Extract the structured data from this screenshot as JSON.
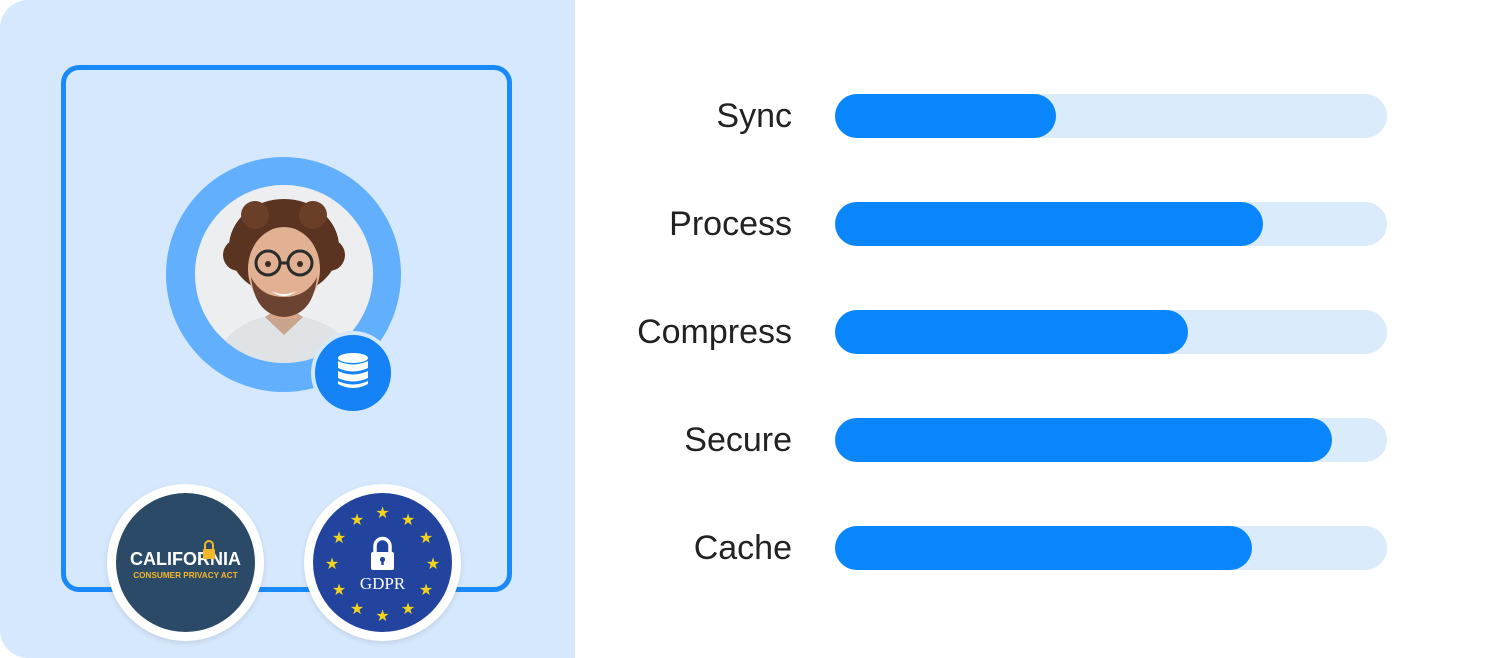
{
  "colors": {
    "accent": "#0a86fc",
    "track": "#daebfc",
    "panel": "#d6e8fd",
    "ring": "#62b0fd"
  },
  "profile": {
    "icon": "database-icon"
  },
  "badges": {
    "ccpa": {
      "line1": "CALIFORNIA",
      "line2": "CONSUMER PRIVACY ACT",
      "icon": "padlock-icon"
    },
    "gdpr": {
      "text": "GDPR",
      "icon": "padlock-icon"
    }
  },
  "bars": [
    {
      "label": "Sync",
      "progress": 0.4
    },
    {
      "label": "Process",
      "progress": 0.775
    },
    {
      "label": "Compress",
      "progress": 0.64
    },
    {
      "label": "Secure",
      "progress": 0.9
    },
    {
      "label": "Cache",
      "progress": 0.755
    }
  ]
}
